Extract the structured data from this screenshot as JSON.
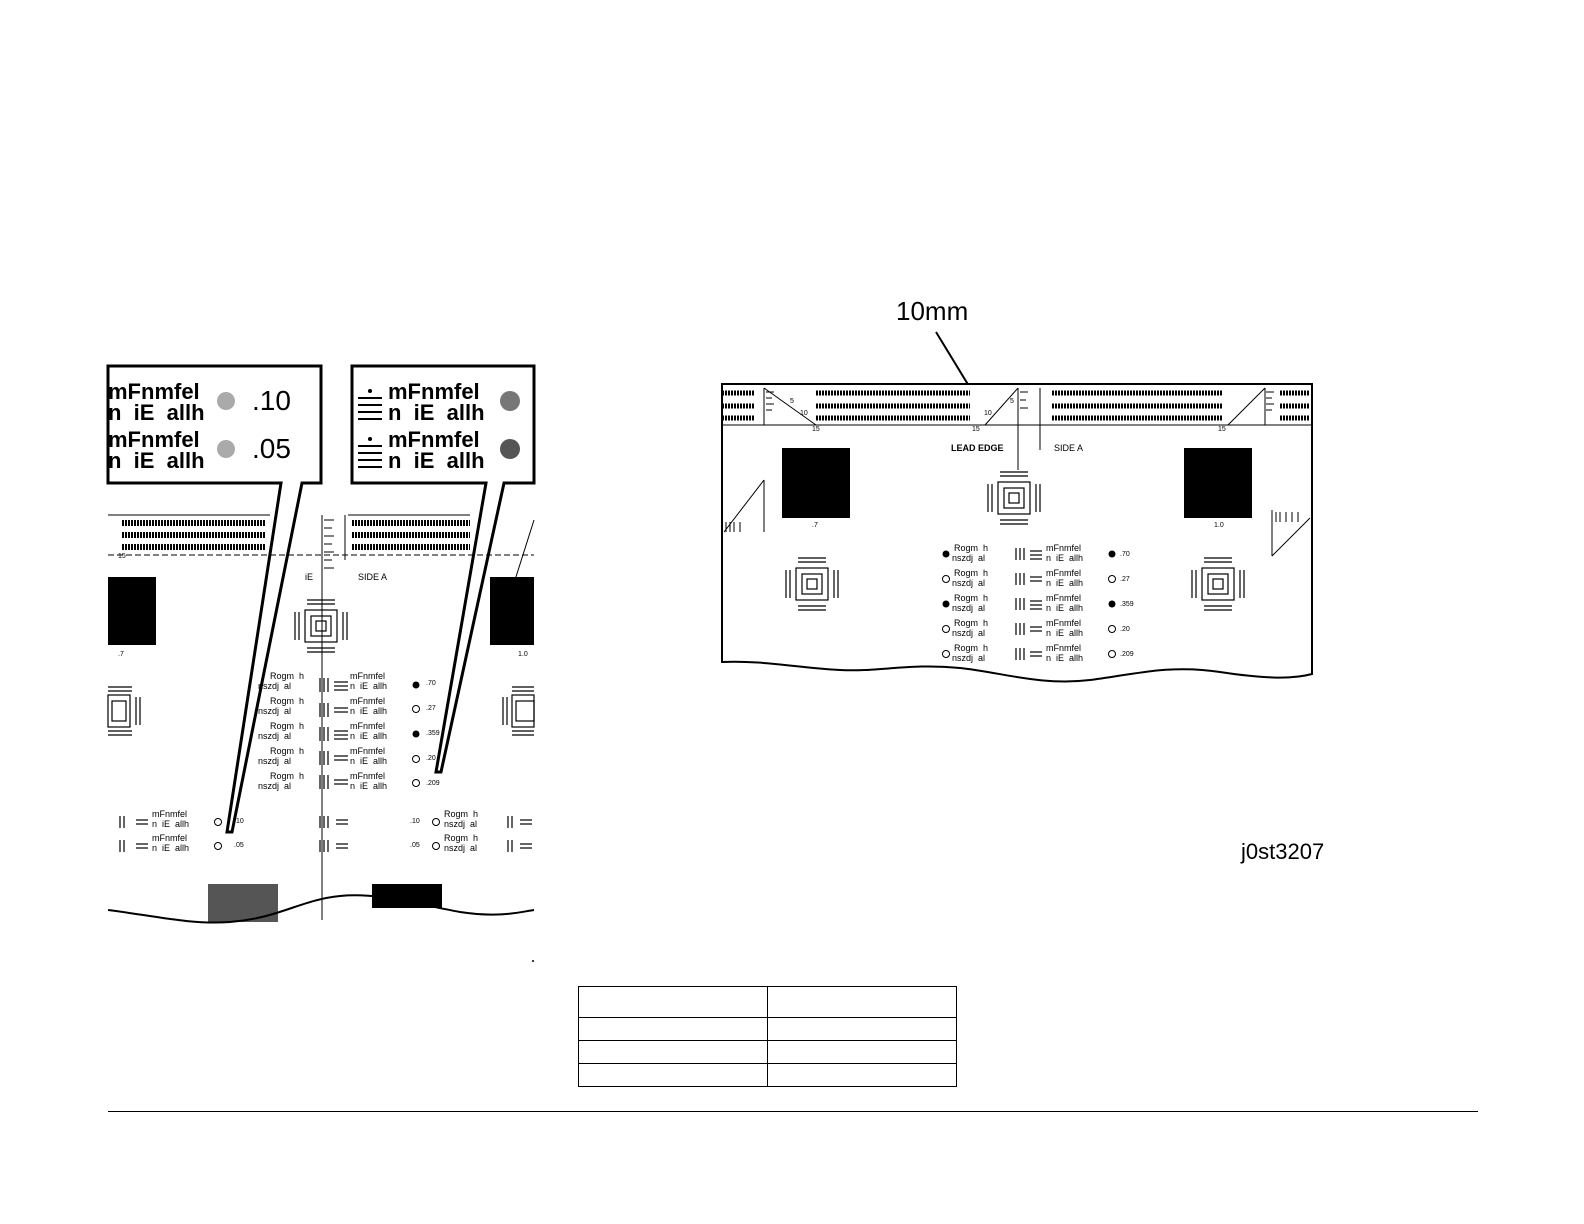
{
  "left_figure": {
    "mag1": {
      "rows": [
        {
          "line1": "mFnmfel",
          "line2": "n  iE  allh",
          "value": ".10"
        },
        {
          "line1": "mFnmfel",
          "line2": "n  iE  allh",
          "value": ".05"
        }
      ]
    },
    "mag2": {
      "rows": [
        {
          "line1": "mFnmfel",
          "line2": "n  iE  allh"
        },
        {
          "line1": "mFnmfel",
          "line2": "n  iE  allh"
        }
      ]
    },
    "side_label": "SIDE A",
    "edge_frag": "iE",
    "tick_15": "15",
    "patch_labels": [
      ".7",
      "1.0"
    ],
    "density_rows": [
      {
        "a": "Rogm  h",
        "b": "nszdj  al",
        "c": "mFnmfel",
        "d": "n  iE  allh",
        "v": ".70"
      },
      {
        "a": "Rogm  h",
        "b": "nszdj  al",
        "c": "mFnmfel",
        "d": "n  iE  allh",
        "v": ".27"
      },
      {
        "a": "Rogm  h",
        "b": "nszdj  al",
        "c": "mFnmfel",
        "d": "n  iE  allh",
        "v": ".359"
      },
      {
        "a": "Rogm  h",
        "b": "nszdj  al",
        "c": "mFnmfel",
        "d": "n  iE  allh",
        "v": ".20"
      },
      {
        "a": "Rogm  h",
        "b": "nszdj  al",
        "c": "mFnmfel",
        "d": "n  iE  allh",
        "v": ".209"
      }
    ],
    "lower_rows": [
      {
        "c": "mFnmfel",
        "d": "n  iE  allh",
        "v": ".10",
        "v2": ".10",
        "a": "Rogm  h",
        "b": "nszdj  al"
      },
      {
        "c": "mFnmfel",
        "d": "n  iE  allh",
        "v": ".05",
        "v2": ".05",
        "a": "Rogm  h",
        "b": "nszdj  al"
      }
    ]
  },
  "right_figure": {
    "callout": "10mm",
    "lead_edge": "LEAD EDGE",
    "side_label": "SIDE A",
    "patch_labels": [
      ".7",
      "1.0"
    ],
    "ruler_nums": [
      "5",
      "10",
      "15"
    ],
    "density_rows": [
      {
        "a": "Rogm  h",
        "b": "nszdj  al",
        "c": "mFnmfel",
        "d": "n  iE  allh",
        "v": ".70"
      },
      {
        "a": "Rogm  h",
        "b": "nszdj  al",
        "c": "mFnmfel",
        "d": "n  iE  allh",
        "v": ".27"
      },
      {
        "a": "Rogm  h",
        "b": "nszdj  al",
        "c": "mFnmfel",
        "d": "n  iE  allh",
        "v": ".359"
      },
      {
        "a": "Rogm  h",
        "b": "nszdj  al",
        "c": "mFnmfel",
        "d": "n  iE  allh",
        "v": ".20"
      },
      {
        "a": "Rogm  h",
        "b": "nszdj  al",
        "c": "mFnmfel",
        "d": "n  iE  allh",
        "v": ".209"
      }
    ]
  },
  "figure_id": "j0st3207",
  "table": {
    "rows": 4,
    "cols": 2
  }
}
